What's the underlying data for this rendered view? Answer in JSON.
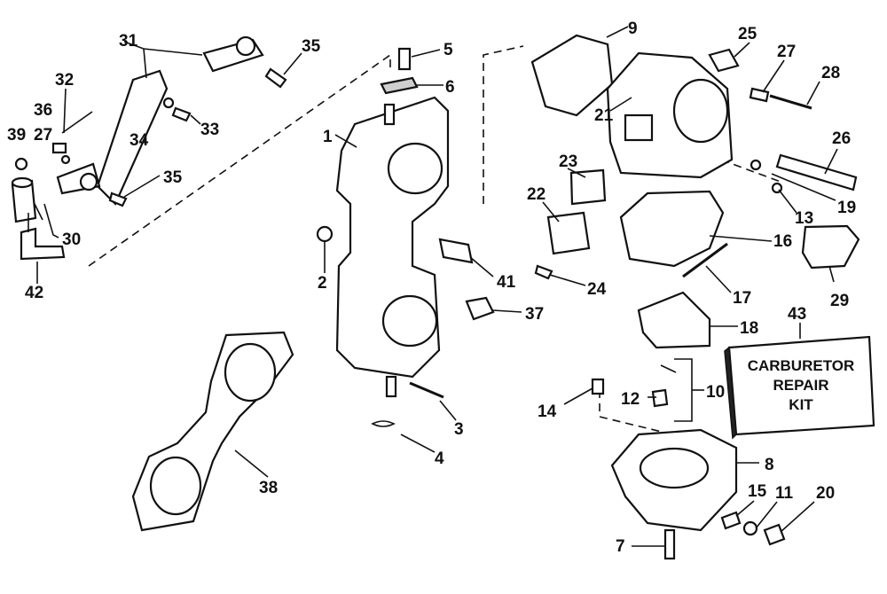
{
  "callouts": [
    "1",
    "2",
    "3",
    "4",
    "5",
    "6",
    "7",
    "8",
    "9",
    "10",
    "11",
    "12",
    "13",
    "14",
    "15",
    "16",
    "17",
    "18",
    "19",
    "20",
    "21",
    "22",
    "23",
    "24",
    "25",
    "26",
    "27",
    "27",
    "28",
    "29",
    "30",
    "31",
    "32",
    "33",
    "34",
    "35",
    "35",
    "36",
    "37",
    "38",
    "39",
    "41",
    "42",
    "43"
  ],
  "kit_box": {
    "line1": "CARBURETOR",
    "line2": "REPAIR",
    "line3": "KIT"
  }
}
